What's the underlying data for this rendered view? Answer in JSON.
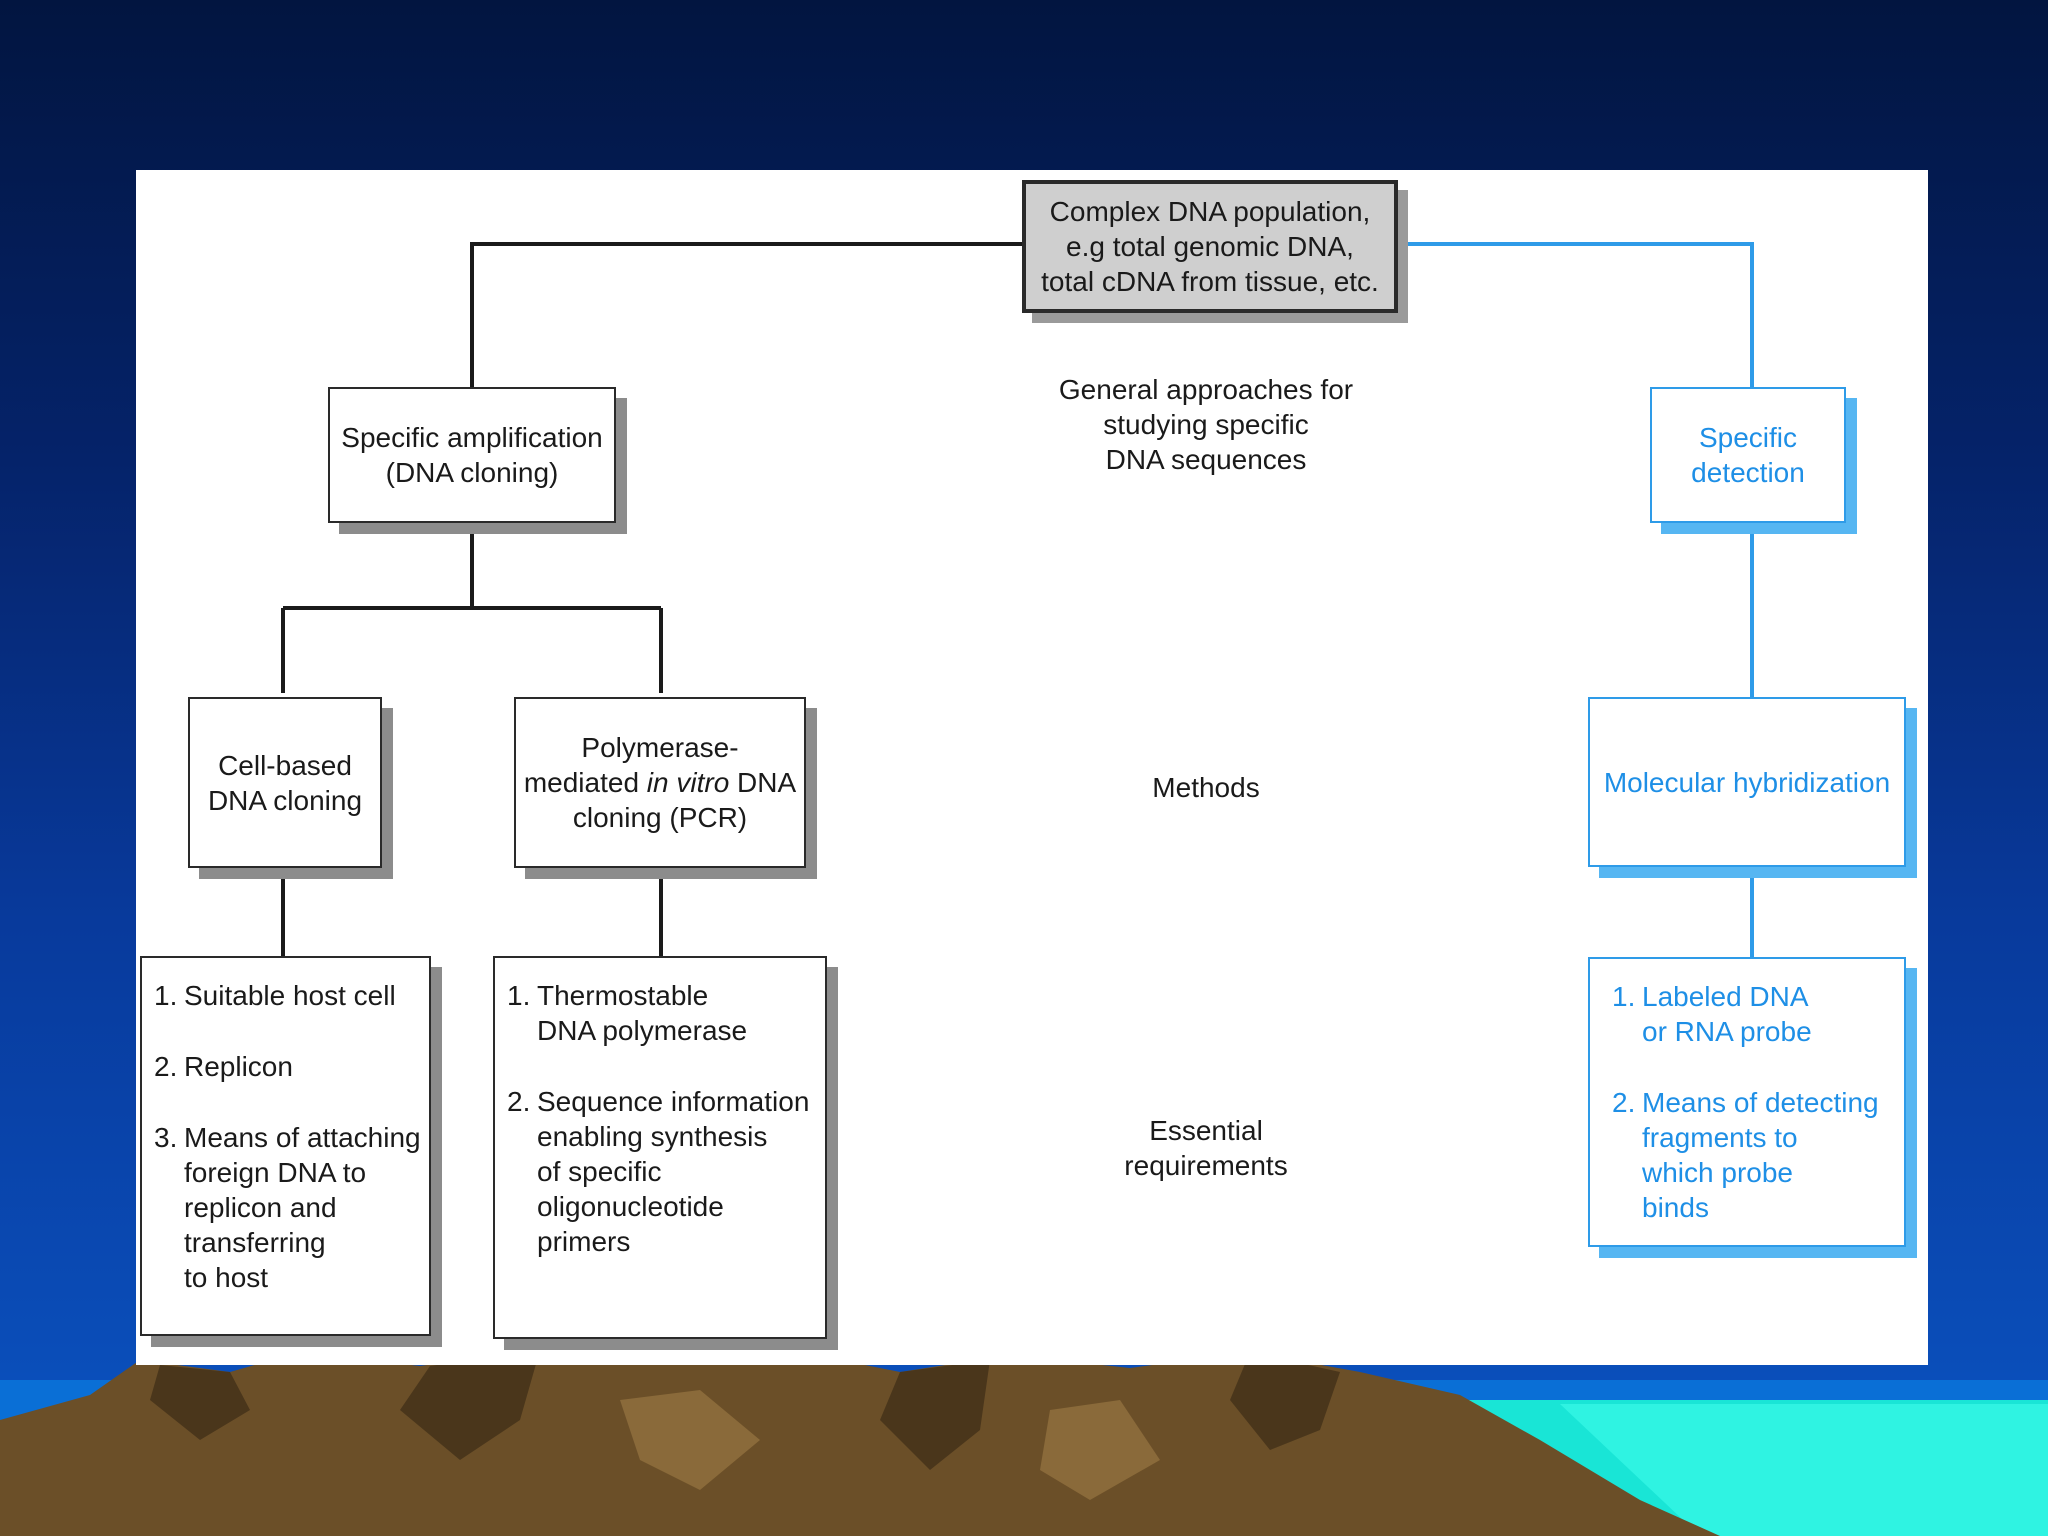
{
  "colors": {
    "accent_blue": "#1e8fe6",
    "box_shadow": "#8c8c8c",
    "root_fill": "#cfcfcf"
  },
  "root": [
    "Complex DNA population,",
    "e.g total genomic DNA,",
    "total cDNA from tissue, etc."
  ],
  "left_branch": {
    "title": [
      "Specific amplification",
      "(DNA cloning)"
    ],
    "cell_based": [
      "Cell-based",
      "DNA cloning"
    ],
    "pcr": {
      "line1": "Polymerase-",
      "line2_pre": "mediated ",
      "line2_italic": "in vitro",
      "line2_post": " DNA",
      "line3": "cloning (PCR)"
    },
    "cell_requirements": [
      {
        "num": "1.",
        "lines": [
          "Suitable host cell"
        ]
      },
      {
        "num": "2.",
        "lines": [
          "Replicon"
        ]
      },
      {
        "num": "3.",
        "lines": [
          "Means of attaching",
          "foreign DNA to",
          "replicon and",
          "transferring",
          "to host"
        ]
      }
    ],
    "pcr_requirements": [
      {
        "num": "1.",
        "lines": [
          "Thermostable",
          "DNA polymerase"
        ]
      },
      {
        "num": "2.",
        "lines": [
          "Sequence information",
          "enabling synthesis",
          "of specific",
          "oligonucleotide",
          "primers"
        ]
      }
    ]
  },
  "right_branch": {
    "title": [
      "Specific",
      "detection"
    ],
    "method": "Molecular hybridization",
    "requirements": [
      {
        "num": "1.",
        "lines": [
          "Labeled DNA",
          "or RNA probe"
        ]
      },
      {
        "num": "2.",
        "lines": [
          "Means of  detecting",
          "fragments to",
          "which probe",
          "binds"
        ]
      }
    ]
  },
  "center_labels": {
    "approaches": [
      "General approaches for",
      "studying specific",
      "DNA sequences"
    ],
    "methods": "Methods",
    "requirements": [
      "Essential",
      "requirements"
    ]
  }
}
